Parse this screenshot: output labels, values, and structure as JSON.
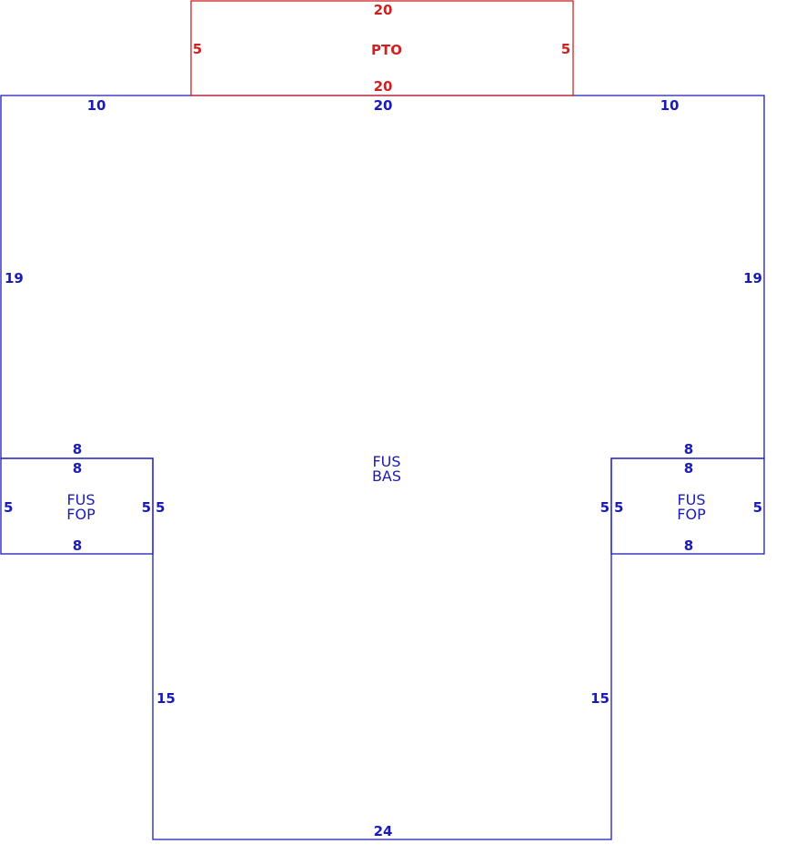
{
  "colors": {
    "main": "#1a1ab8",
    "porch": "#cc2222"
  },
  "porch": {
    "name": "PTO",
    "top": "20",
    "bottom": "20",
    "left": "5",
    "right": "5"
  },
  "main": {
    "name_line1": "FUS",
    "name_line2": "BAS",
    "top_left": "10",
    "top_mid": "20",
    "top_right": "10",
    "left": "19",
    "right": "19",
    "left_step": "8",
    "right_step": "8",
    "lower_left": "15",
    "lower_right": "15",
    "bottom": "24"
  },
  "left_wing": {
    "name_line1": "FUS",
    "name_line2": "FOP",
    "top": "8",
    "bottom": "8",
    "outer": "5",
    "inner": "5",
    "adjacent": "5"
  },
  "right_wing": {
    "name_line1": "FUS",
    "name_line2": "FOP",
    "top": "8",
    "bottom": "8",
    "outer": "5",
    "inner": "5",
    "adjacent": "5"
  }
}
